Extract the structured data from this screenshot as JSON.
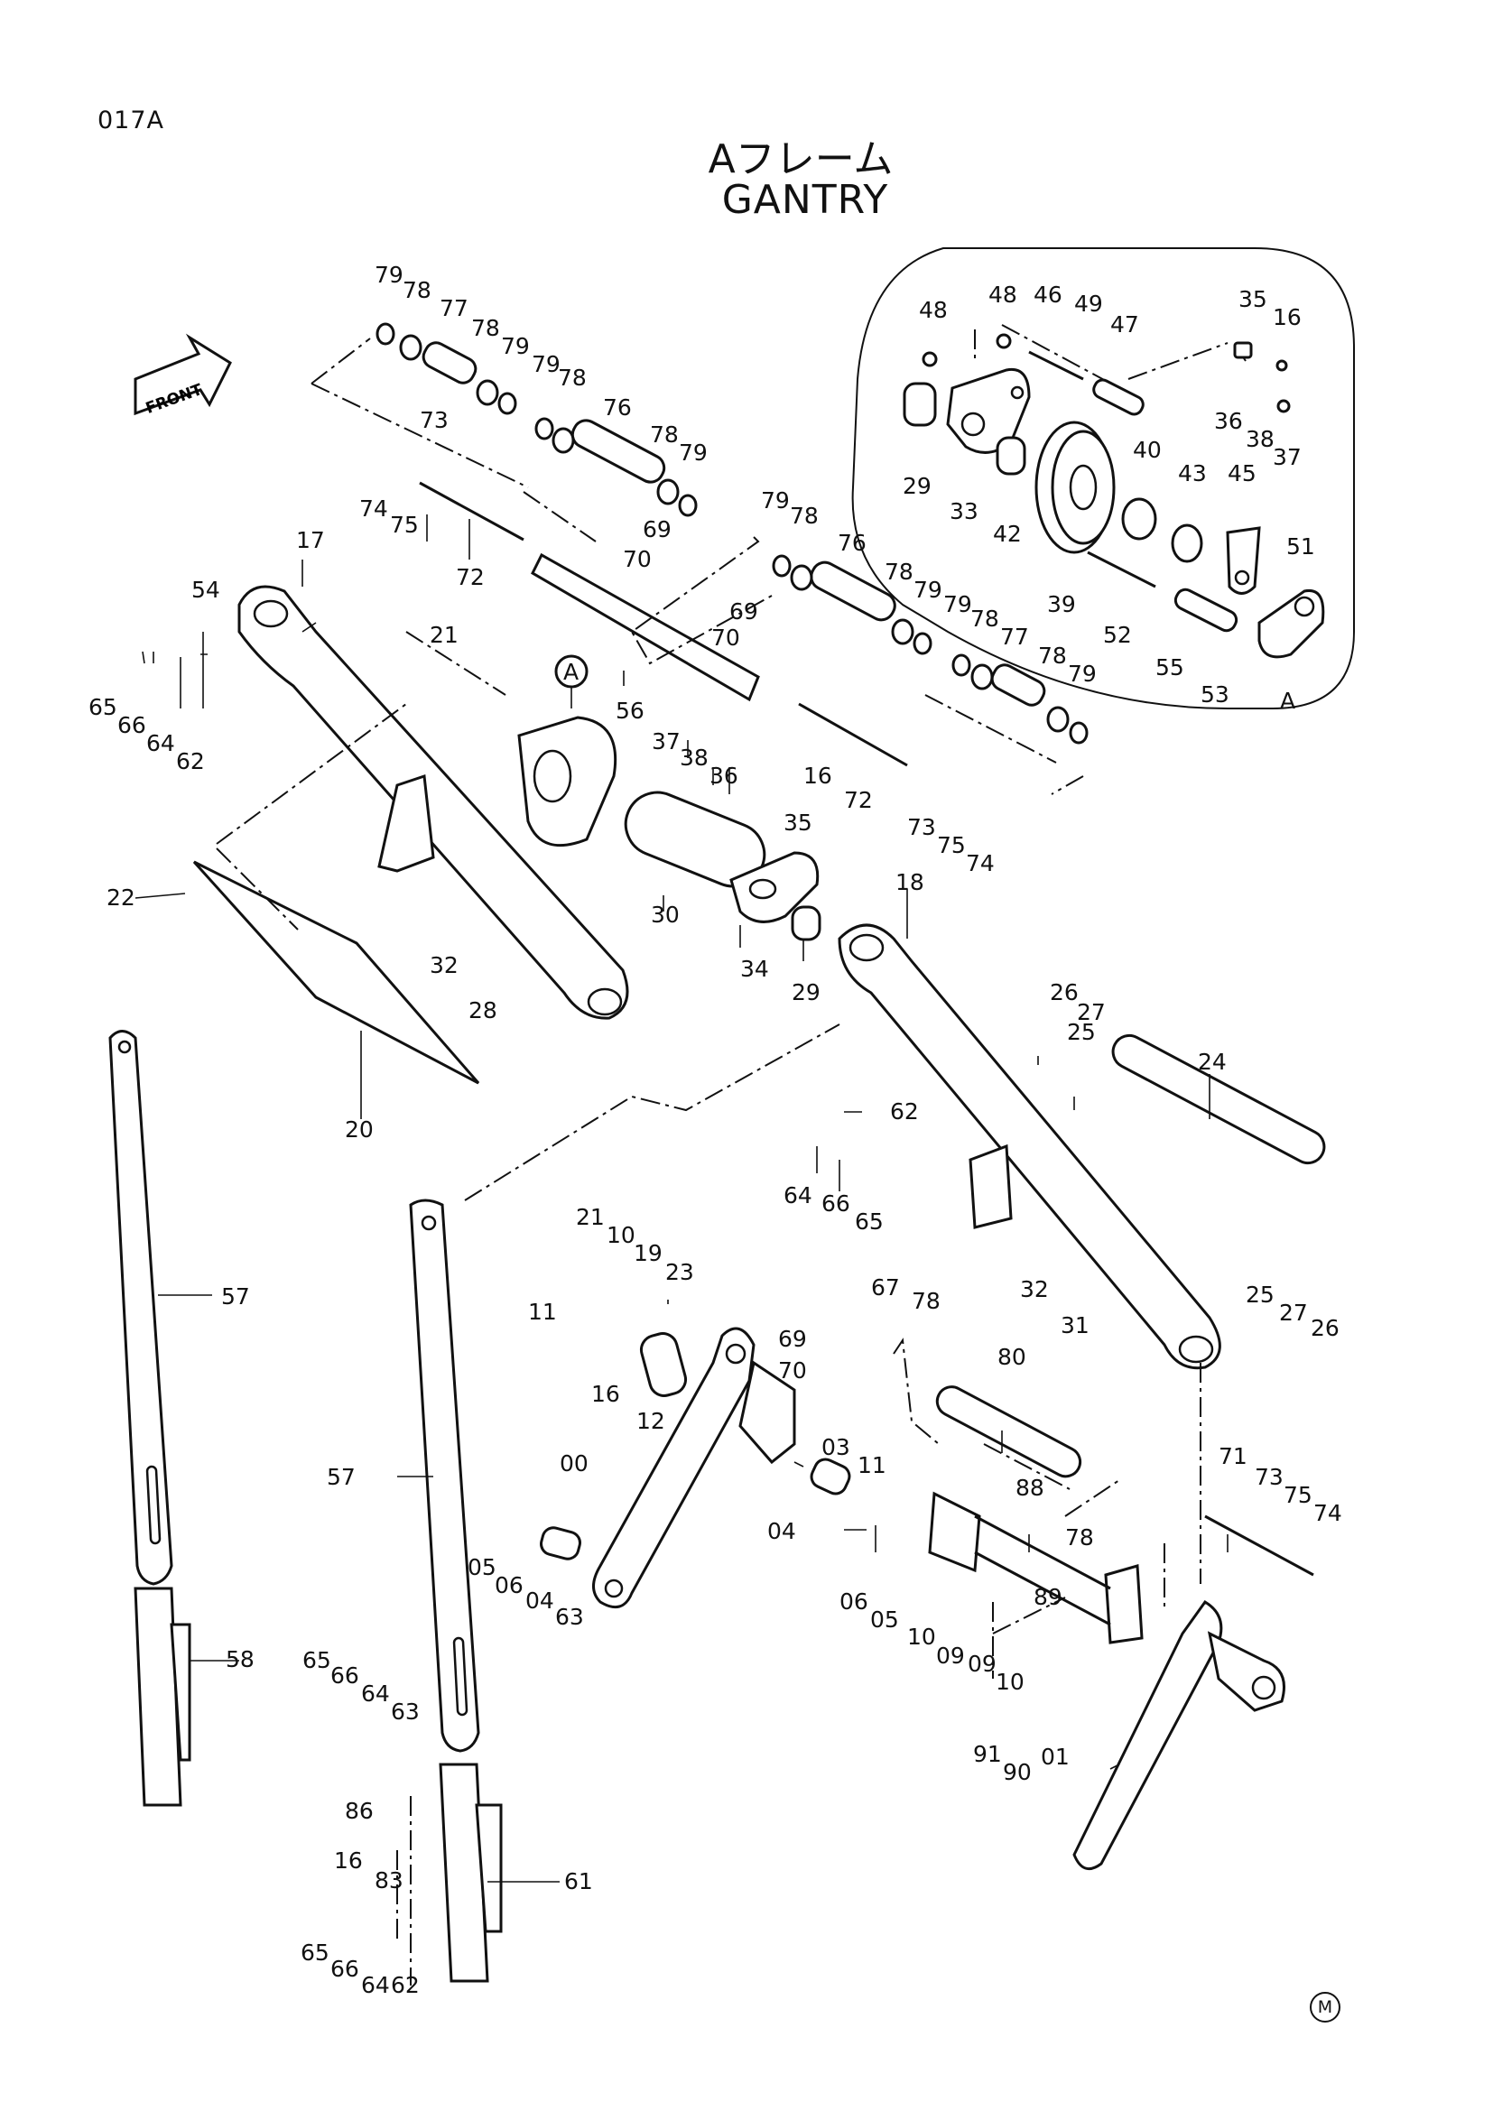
{
  "page": {
    "code": "017A",
    "title_jp": "Aフレーム",
    "title_en": "GANTRY",
    "front_label": "FRONT",
    "view_marker": "A",
    "detail_label": "A",
    "copyright_mark": "M"
  },
  "labels": [
    {
      "id": "l1",
      "text": "79"
    },
    {
      "id": "l2",
      "text": "78"
    },
    {
      "id": "l3",
      "text": "77"
    },
    {
      "id": "l4",
      "text": "78"
    },
    {
      "id": "l5",
      "text": "79"
    },
    {
      "id": "l6",
      "text": "79"
    },
    {
      "id": "l7",
      "text": "78"
    },
    {
      "id": "l8",
      "text": "76"
    },
    {
      "id": "l9",
      "text": "78"
    },
    {
      "id": "l10",
      "text": "79"
    },
    {
      "id": "l11",
      "text": "73"
    },
    {
      "id": "l12",
      "text": "74"
    },
    {
      "id": "l13",
      "text": "75"
    },
    {
      "id": "l14",
      "text": "69"
    },
    {
      "id": "l15",
      "text": "70"
    },
    {
      "id": "l16",
      "text": "72"
    },
    {
      "id": "l17",
      "text": "17"
    },
    {
      "id": "l18",
      "text": "54"
    },
    {
      "id": "l19",
      "text": "21"
    },
    {
      "id": "l20",
      "text": "65"
    },
    {
      "id": "l21",
      "text": "66"
    },
    {
      "id": "l22",
      "text": "64"
    },
    {
      "id": "l23",
      "text": "62"
    },
    {
      "id": "l24",
      "text": "56"
    },
    {
      "id": "l25",
      "text": "79"
    },
    {
      "id": "l26",
      "text": "78"
    },
    {
      "id": "l27",
      "text": "76"
    },
    {
      "id": "l28",
      "text": "78"
    },
    {
      "id": "l29",
      "text": "79"
    },
    {
      "id": "l30",
      "text": "69"
    },
    {
      "id": "l31",
      "text": "70"
    },
    {
      "id": "l32",
      "text": "79"
    },
    {
      "id": "l33",
      "text": "78"
    },
    {
      "id": "l34",
      "text": "77"
    },
    {
      "id": "l35",
      "text": "78"
    },
    {
      "id": "l36",
      "text": "79"
    },
    {
      "id": "l37",
      "text": "37"
    },
    {
      "id": "l38",
      "text": "38"
    },
    {
      "id": "l39",
      "text": "36"
    },
    {
      "id": "l40",
      "text": "16"
    },
    {
      "id": "l41",
      "text": "35"
    },
    {
      "id": "l42",
      "text": "72"
    },
    {
      "id": "l43",
      "text": "73"
    },
    {
      "id": "l44",
      "text": "75"
    },
    {
      "id": "l45",
      "text": "74"
    },
    {
      "id": "l46",
      "text": "22"
    },
    {
      "id": "l47",
      "text": "32"
    },
    {
      "id": "l48",
      "text": "28"
    },
    {
      "id": "l49",
      "text": "30"
    },
    {
      "id": "l50",
      "text": "34"
    },
    {
      "id": "l51",
      "text": "29"
    },
    {
      "id": "l52",
      "text": "18"
    },
    {
      "id": "l53",
      "text": "20"
    },
    {
      "id": "l54",
      "text": "26"
    },
    {
      "id": "l55",
      "text": "27"
    },
    {
      "id": "l56",
      "text": "25"
    },
    {
      "id": "l57",
      "text": "24"
    },
    {
      "id": "l58",
      "text": "62"
    },
    {
      "id": "l59",
      "text": "64"
    },
    {
      "id": "l60",
      "text": "66"
    },
    {
      "id": "l61",
      "text": "65"
    },
    {
      "id": "l62",
      "text": "57"
    },
    {
      "id": "l63",
      "text": "21"
    },
    {
      "id": "l64",
      "text": "10"
    },
    {
      "id": "l65",
      "text": "19"
    },
    {
      "id": "l66",
      "text": "23"
    },
    {
      "id": "l67",
      "text": "11"
    },
    {
      "id": "l68",
      "text": "16"
    },
    {
      "id": "l69",
      "text": "12"
    },
    {
      "id": "l70",
      "text": "67"
    },
    {
      "id": "l71",
      "text": "78"
    },
    {
      "id": "l72",
      "text": "69"
    },
    {
      "id": "l73",
      "text": "70"
    },
    {
      "id": "l74",
      "text": "80"
    },
    {
      "id": "l75",
      "text": "32"
    },
    {
      "id": "l76",
      "text": "31"
    },
    {
      "id": "l77",
      "text": "25"
    },
    {
      "id": "l78",
      "text": "27"
    },
    {
      "id": "l79",
      "text": "26"
    },
    {
      "id": "l80",
      "text": "00"
    },
    {
      "id": "l81",
      "text": "03"
    },
    {
      "id": "l82",
      "text": "11"
    },
    {
      "id": "l83",
      "text": "57"
    },
    {
      "id": "l84",
      "text": "88"
    },
    {
      "id": "l85",
      "text": "78"
    },
    {
      "id": "l86",
      "text": "71"
    },
    {
      "id": "l87",
      "text": "73"
    },
    {
      "id": "l88",
      "text": "75"
    },
    {
      "id": "l89",
      "text": "74"
    },
    {
      "id": "l90",
      "text": "04"
    },
    {
      "id": "l91",
      "text": "05"
    },
    {
      "id": "l92",
      "text": "06"
    },
    {
      "id": "l93",
      "text": "04"
    },
    {
      "id": "l94",
      "text": "63"
    },
    {
      "id": "l95",
      "text": "06"
    },
    {
      "id": "l96",
      "text": "05"
    },
    {
      "id": "l97",
      "text": "10"
    },
    {
      "id": "l98",
      "text": "09"
    },
    {
      "id": "l99",
      "text": "89"
    },
    {
      "id": "l100",
      "text": "09"
    },
    {
      "id": "l101",
      "text": "10"
    },
    {
      "id": "l102",
      "text": "58"
    },
    {
      "id": "l103",
      "text": "65"
    },
    {
      "id": "l104",
      "text": "66"
    },
    {
      "id": "l105",
      "text": "64"
    },
    {
      "id": "l106",
      "text": "63"
    },
    {
      "id": "l107",
      "text": "91"
    },
    {
      "id": "l108",
      "text": "90"
    },
    {
      "id": "l109",
      "text": "01"
    },
    {
      "id": "l110",
      "text": "86"
    },
    {
      "id": "l111",
      "text": "16"
    },
    {
      "id": "l112",
      "text": "83"
    },
    {
      "id": "l113",
      "text": "61"
    },
    {
      "id": "l114",
      "text": "65"
    },
    {
      "id": "l115",
      "text": "66"
    },
    {
      "id": "l116",
      "text": "64"
    },
    {
      "id": "l117",
      "text": "62"
    },
    {
      "id": "l118",
      "text": "48"
    },
    {
      "id": "l119",
      "text": "48"
    },
    {
      "id": "l120",
      "text": "46"
    },
    {
      "id": "l121",
      "text": "49"
    },
    {
      "id": "l122",
      "text": "47"
    },
    {
      "id": "l123",
      "text": "35"
    },
    {
      "id": "l124",
      "text": "16"
    },
    {
      "id": "l125",
      "text": "36"
    },
    {
      "id": "l126",
      "text": "38"
    },
    {
      "id": "l127",
      "text": "37"
    },
    {
      "id": "l128",
      "text": "29"
    },
    {
      "id": "l129",
      "text": "33"
    },
    {
      "id": "l130",
      "text": "42"
    },
    {
      "id": "l131",
      "text": "40"
    },
    {
      "id": "l132",
      "text": "43"
    },
    {
      "id": "l133",
      "text": "45"
    },
    {
      "id": "l134",
      "text": "39"
    },
    {
      "id": "l135",
      "text": "51"
    },
    {
      "id": "l136",
      "text": "52"
    },
    {
      "id": "l137",
      "text": "55"
    },
    {
      "id": "l138",
      "text": "53"
    }
  ]
}
